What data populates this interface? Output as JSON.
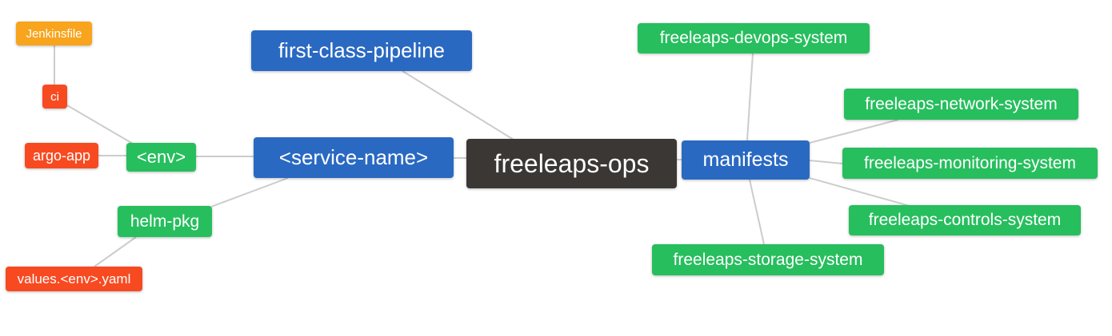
{
  "diagram": {
    "type": "mindmap",
    "root": "freeleaps-ops",
    "background": "#FFFFFF"
  },
  "colors": {
    "root_node": "#3B3735",
    "branch_node": "#2A69C2",
    "green_node": "#27BE5E",
    "red_node": "#F84A21",
    "orange_node": "#F8A41D",
    "node_text": "#FFFFFF",
    "edge": "#CCCCCC"
  },
  "nodes": [
    {
      "id": "jenkinsfile",
      "label": "Jenkinsfile",
      "role": "orange"
    },
    {
      "id": "ci",
      "label": "ci",
      "role": "red"
    },
    {
      "id": "argo-app",
      "label": "argo-app",
      "role": "red"
    },
    {
      "id": "env",
      "label": "<env>",
      "role": "green"
    },
    {
      "id": "first-class-pipeline",
      "label": "first-class-pipeline",
      "role": "blue"
    },
    {
      "id": "service-name",
      "label": "<service-name>",
      "role": "blue"
    },
    {
      "id": "freeleaps-ops",
      "label": "freeleaps-ops",
      "role": "root"
    },
    {
      "id": "manifests",
      "label": "manifests",
      "role": "blue"
    },
    {
      "id": "devops-system",
      "label": "freeleaps-devops-system",
      "role": "green"
    },
    {
      "id": "network-system",
      "label": "freeleaps-network-system",
      "role": "green"
    },
    {
      "id": "monitoring-system",
      "label": "freeleaps-monitoring-system",
      "role": "green"
    },
    {
      "id": "controls-system",
      "label": "freeleaps-controls-system",
      "role": "green"
    },
    {
      "id": "storage-system",
      "label": "freeleaps-storage-system",
      "role": "green"
    },
    {
      "id": "helm-pkg",
      "label": "helm-pkg",
      "role": "green"
    },
    {
      "id": "values-env-yaml",
      "label": "values.<env>.yaml",
      "role": "red"
    }
  ],
  "edges": [
    {
      "from": "jenkinsfile",
      "to": "ci"
    },
    {
      "from": "ci",
      "to": "env"
    },
    {
      "from": "argo-app",
      "to": "env"
    },
    {
      "from": "env",
      "to": "service-name"
    },
    {
      "from": "first-class-pipeline",
      "to": "freeleaps-ops"
    },
    {
      "from": "service-name",
      "to": "freeleaps-ops"
    },
    {
      "from": "freeleaps-ops",
      "to": "manifests"
    },
    {
      "from": "devops-system",
      "to": "manifests"
    },
    {
      "from": "manifests",
      "to": "network-system"
    },
    {
      "from": "manifests",
      "to": "monitoring-system"
    },
    {
      "from": "manifests",
      "to": "controls-system"
    },
    {
      "from": "manifests",
      "to": "storage-system"
    },
    {
      "from": "service-name",
      "to": "helm-pkg"
    },
    {
      "from": "helm-pkg",
      "to": "values-env-yaml"
    }
  ]
}
